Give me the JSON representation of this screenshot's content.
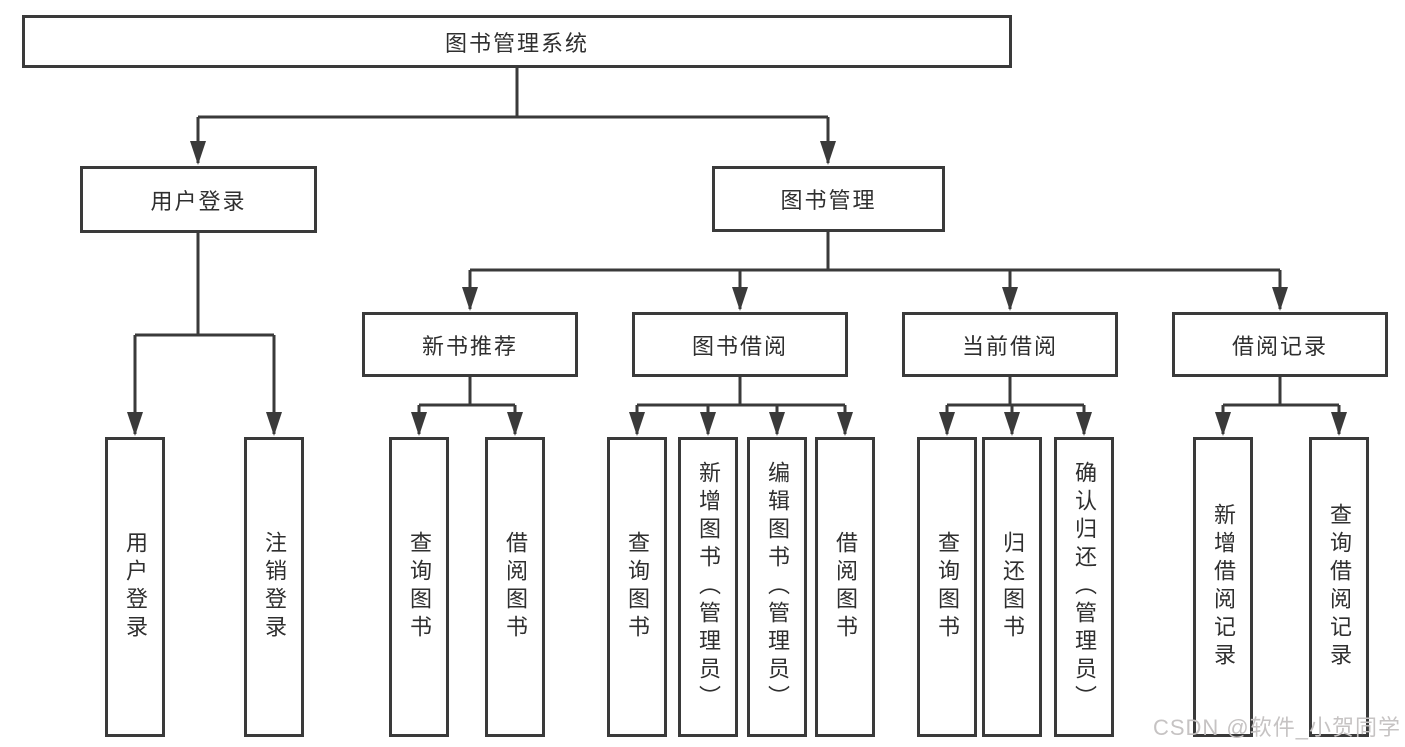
{
  "diagram": {
    "root": "图书管理系统",
    "level2": [
      "用户登录",
      "图书管理"
    ],
    "level3": [
      "新书推荐",
      "图书借阅",
      "当前借阅",
      "借阅记录"
    ],
    "leaves": {
      "user_login": [
        "用户登录",
        "注销登录"
      ],
      "new_book_recommend": [
        "查询图书",
        "借阅图书"
      ],
      "book_borrow": [
        "查询图书",
        "新增图书（管理员）",
        "编辑图书（管理员）",
        "借阅图书"
      ],
      "current_borrow": [
        "查询图书",
        "归还图书",
        "确认归还（管理员）"
      ],
      "borrow_record": [
        "新增借阅记录",
        "查询借阅记录"
      ]
    }
  },
  "watermark": {
    "text": "CSDN @软件_小贺同学"
  },
  "colors": {
    "line": "#3a3a3a",
    "border": "#3a3a3a",
    "text": "#2f2f2f",
    "background": "#ffffff",
    "watermark": "#c6c3c3"
  }
}
